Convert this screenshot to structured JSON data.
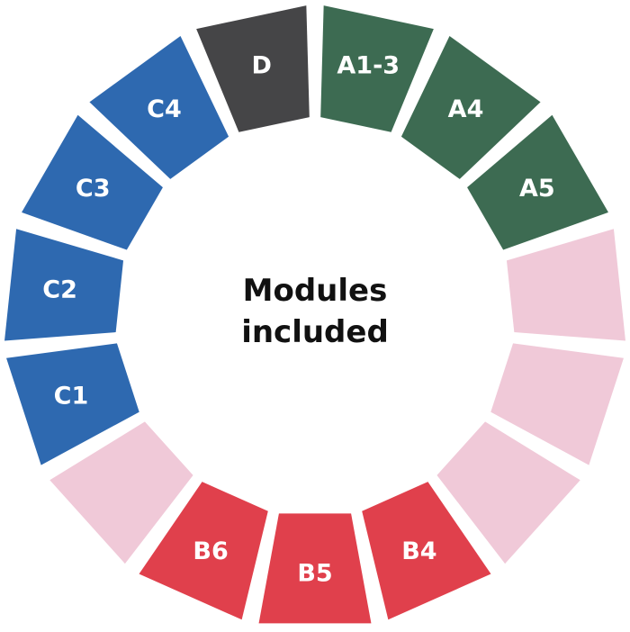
{
  "center": {
    "line1": "Modules",
    "line2": "included"
  },
  "colors": {
    "green": "#3d6b52",
    "red": "#e0404c",
    "blue": "#2e69b0",
    "pink": "#f0c9d8",
    "dark": "#454547"
  },
  "segments": [
    {
      "label": "A1-3",
      "color": "green"
    },
    {
      "label": "A4",
      "color": "green"
    },
    {
      "label": "A5",
      "color": "green"
    },
    {
      "label": "",
      "color": "pink"
    },
    {
      "label": "",
      "color": "pink"
    },
    {
      "label": "",
      "color": "pink"
    },
    {
      "label": "B4",
      "color": "red"
    },
    {
      "label": "B5",
      "color": "red"
    },
    {
      "label": "B6",
      "color": "red"
    },
    {
      "label": "",
      "color": "pink"
    },
    {
      "label": "C1",
      "color": "blue"
    },
    {
      "label": "C2",
      "color": "blue"
    },
    {
      "label": "C3",
      "color": "blue"
    },
    {
      "label": "C4",
      "color": "blue"
    },
    {
      "label": "D",
      "color": "dark"
    }
  ]
}
